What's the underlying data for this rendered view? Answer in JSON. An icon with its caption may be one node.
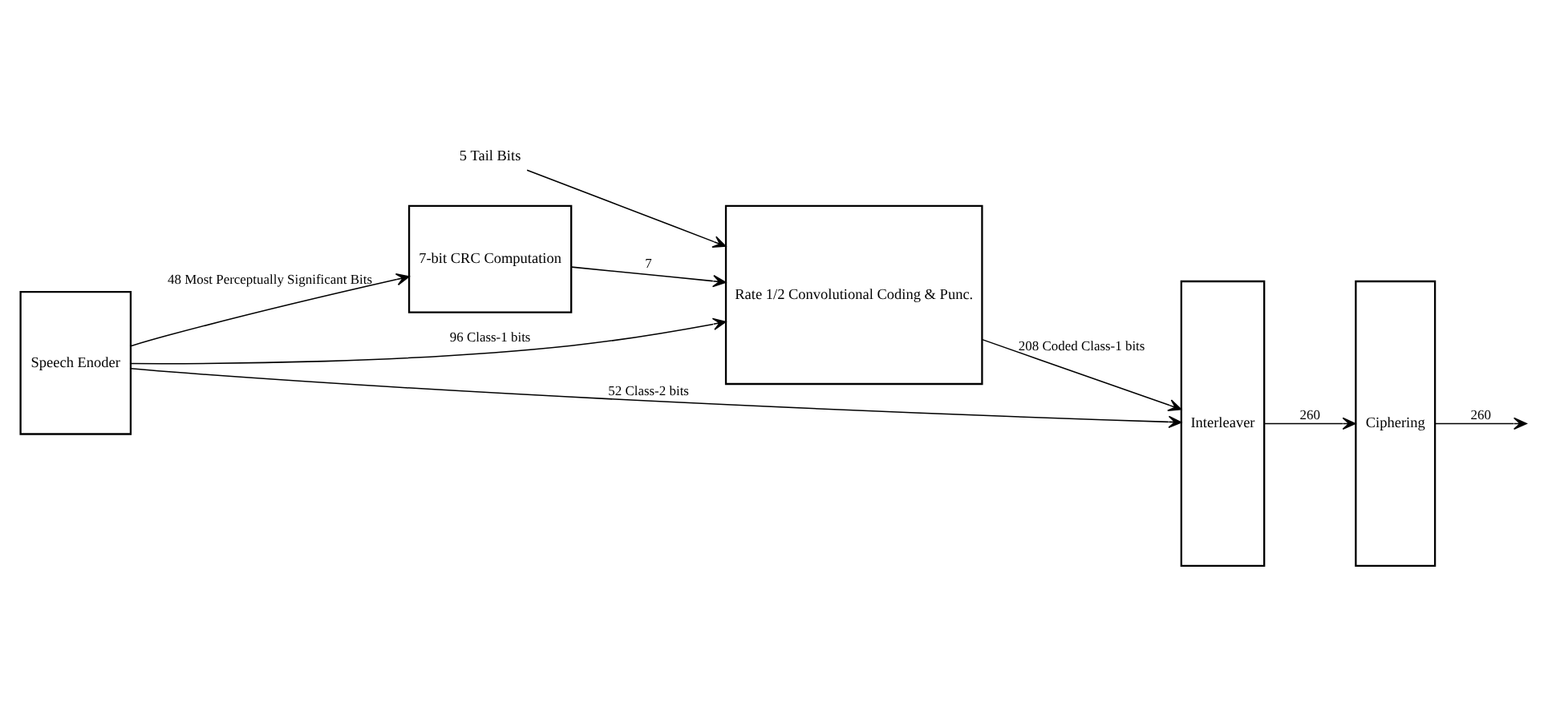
{
  "diagram": {
    "nodes": [
      {
        "text": [
          "Speech Enoder"
        ]
      },
      {
        "text": [
          "7-bit CRC Computation"
        ]
      },
      {
        "text": [
          "Rate 1/2 Convolutional Coding & Punc."
        ]
      },
      {
        "text": [
          "Interleaver"
        ]
      },
      {
        "text": [
          "Ciphering"
        ]
      },
      {
        "text": [
          "5 Tail Bits"
        ]
      }
    ],
    "edges": [
      {
        "from": 0,
        "to": 1,
        "arrow": "to",
        "label": "48 Most Perceptually Significant Bits"
      },
      {
        "from": 1,
        "to": 2,
        "arrow": "to",
        "label": "7"
      },
      {
        "from": 0,
        "to": 2,
        "arrow": "to",
        "label": "96 Class-1 bits"
      },
      {
        "from": 5,
        "to": 2,
        "arrow": "to"
      },
      {
        "from": 2,
        "to": 3,
        "arrow": "to",
        "label": "208 Coded Class-1 bits"
      },
      {
        "from": 0,
        "to": 3,
        "arrow": "to",
        "label": "52 Class-2 bits"
      },
      {
        "from": 3,
        "to": 4,
        "arrow": "to",
        "label": "260"
      },
      {
        "from": 4,
        "to": null,
        "arrow": "to",
        "label": "260"
      }
    ]
  }
}
